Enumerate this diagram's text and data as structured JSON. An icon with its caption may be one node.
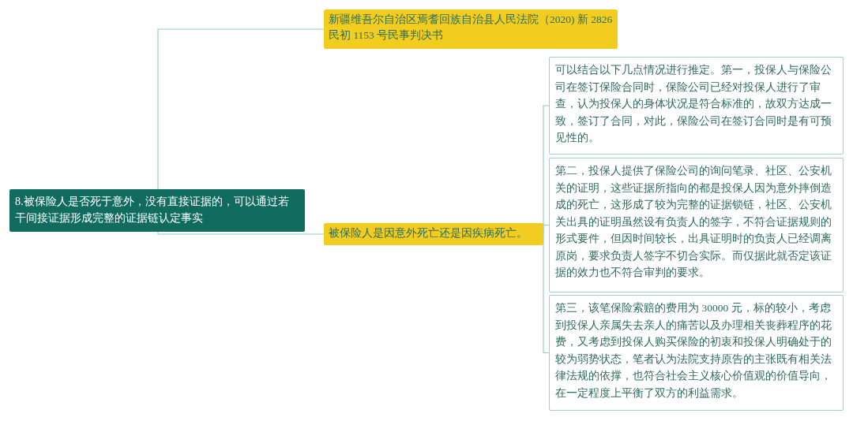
{
  "diagram": {
    "nodes": [
      {
        "text": [
          "8.被保险人是否死于意外，没有直接证据的，可以通过若干间接证据形成完整的证据链认定事实"
        ]
      },
      {
        "text": [
          "新疆维吾尔自治区焉耆回族自治县人民法院（2020) 新 2826 民初 1153 号民事判决书"
        ]
      },
      {
        "text": [
          "被保险人是因意外死亡还是因疾病死亡。"
        ]
      },
      {
        "text": [
          "可以结合以下几点情况进行推定。第一，投保人与保险公司在签订保险合同时，保险公司已经对投保人进行了审查，认为投保人的身体状况是符合标准的，故双方达成一致，签订了合同，对此，保险公司在签订合同时是有可预见性的。"
        ]
      },
      {
        "text": [
          "第二，投保人提供了保险公司的询问笔录、社区、公安机关的证明，这些证据所指向的都是投保人因为意外摔倒造成的死亡，这形成了较为完整的证据锁链，社区、公安机关出具的证明虽然设有负责人的签字，不符合证据规则的形式要件，但因时间较长，出具证明时的负责人已经调离原岗，要求负责人签字不切合实际。而仅据此就否定该证据的效力也不符合审判的要求。"
        ]
      },
      {
        "text": [
          "第三，该笔保险索赔的费用为 30000 元，标的较小，考虑到投保人亲属失去亲人的痛苦以及办理相关丧葬程序的花费，又考虑到投保人购买保险的初衷和投保人明确处于的较为弱势状态，笔者认为法院支持原告的主张既有相关法律法规的依撑，也符合社会主义核心价值观的价值导向，在一定程度上平衡了双方的利益需求。"
        ]
      }
    ],
    "edges": [
      {
        "from": 0,
        "to": 1,
        "arrow": "none"
      },
      {
        "from": 0,
        "to": 2,
        "arrow": "none"
      },
      {
        "from": 2,
        "to": 3,
        "arrow": "none"
      },
      {
        "from": 2,
        "to": 4,
        "arrow": "none"
      },
      {
        "from": 2,
        "to": 5,
        "arrow": "none"
      }
    ]
  }
}
